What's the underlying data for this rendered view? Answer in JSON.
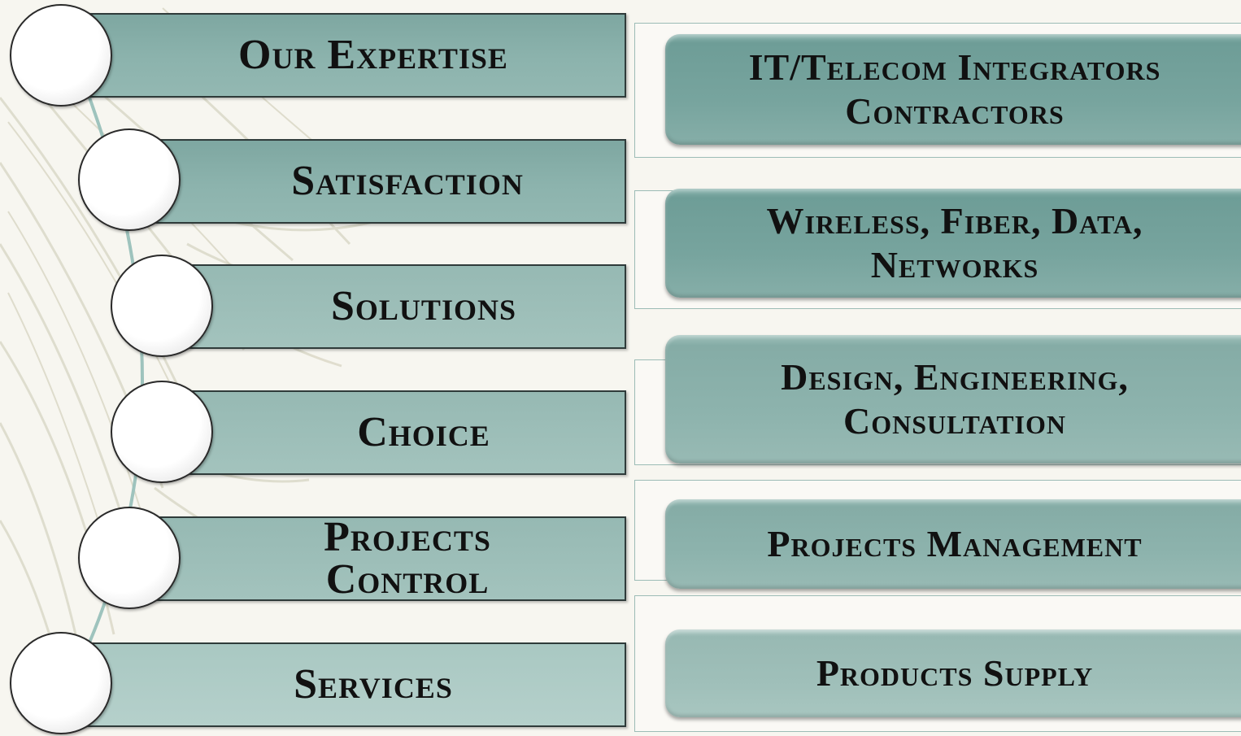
{
  "left_items": [
    {
      "label": "Our Expertise"
    },
    {
      "label": "Satisfaction"
    },
    {
      "label": "Solutions"
    },
    {
      "label": "Choice"
    },
    {
      "label": "Projects\nControl"
    },
    {
      "label": "Services"
    }
  ],
  "right_items": [
    {
      "label": "IT/Telecom Integrators\nContractors"
    },
    {
      "label": "Wireless, Fiber, Data,\nNetworks"
    },
    {
      "label": "Design, Engineering,\nConsultation"
    },
    {
      "label": "Projects Management"
    },
    {
      "label": "Products Supply"
    }
  ],
  "colors": {
    "bar_teal": "#8cb3ad",
    "box_teal": "#77a49e",
    "background": "#f7f6f0",
    "outline": "#2f3b3a"
  }
}
